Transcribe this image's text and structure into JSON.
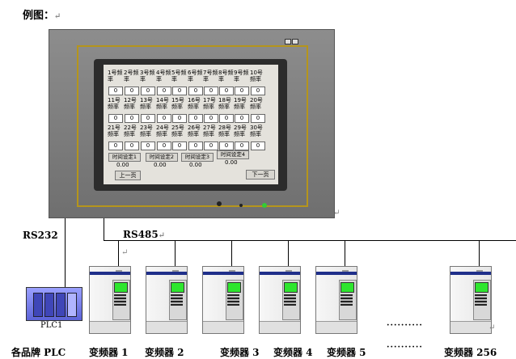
{
  "caption": "例图：",
  "return_mark": "↵",
  "hmi": {
    "freq_cells": [
      {
        "label": "1号频率",
        "value": "0"
      },
      {
        "label": "2号频率",
        "value": "0"
      },
      {
        "label": "3号频率",
        "value": "0"
      },
      {
        "label": "4号频率",
        "value": "0"
      },
      {
        "label": "5号频率",
        "value": "0"
      },
      {
        "label": "6号频率",
        "value": "0"
      },
      {
        "label": "7号频率",
        "value": "0"
      },
      {
        "label": "8号频率",
        "value": "0"
      },
      {
        "label": "9号频率",
        "value": "0"
      },
      {
        "label": "10号频率",
        "value": "0"
      },
      {
        "label": "11号频率",
        "value": "0"
      },
      {
        "label": "12号频率",
        "value": "0"
      },
      {
        "label": "13号频率",
        "value": "0"
      },
      {
        "label": "14号频率",
        "value": "0"
      },
      {
        "label": "15号频率",
        "value": "0"
      },
      {
        "label": "16号频率",
        "value": "0"
      },
      {
        "label": "17号频率",
        "value": "0"
      },
      {
        "label": "18号频率",
        "value": "0"
      },
      {
        "label": "19号频率",
        "value": "0"
      },
      {
        "label": "20号频率",
        "value": "0"
      },
      {
        "label": "21号频率",
        "value": "0"
      },
      {
        "label": "22号频率",
        "value": "0"
      },
      {
        "label": "23号频率",
        "value": "0"
      },
      {
        "label": "24号频率",
        "value": "0"
      },
      {
        "label": "25号频率",
        "value": "0"
      },
      {
        "label": "26号频率",
        "value": "0"
      },
      {
        "label": "27号频率",
        "value": "0"
      },
      {
        "label": "28号频率",
        "value": "0"
      },
      {
        "label": "29号频率",
        "value": "0"
      },
      {
        "label": "30号频率",
        "value": "0"
      }
    ],
    "time_settings": [
      {
        "label": "时间设定1",
        "value": "0.00"
      },
      {
        "label": "时间设定2",
        "value": "0.00"
      },
      {
        "label": "时间设定3",
        "value": "0.00"
      },
      {
        "label": "时间设定4",
        "value": "0.00"
      }
    ],
    "prev_page": "上一页",
    "next_page": "下一页"
  },
  "network": {
    "rs232_label": "RS232",
    "rs485_label": "RS485",
    "plc_name": "PLC1",
    "plc_label": "各品牌 PLC",
    "inverters": [
      "变频器 1",
      "变频器 2",
      "变频器 3",
      "变频器 4",
      "变频器 5",
      "变频器 256"
    ],
    "ellipsis_top": "··········",
    "ellipsis_bottom": "··········"
  }
}
